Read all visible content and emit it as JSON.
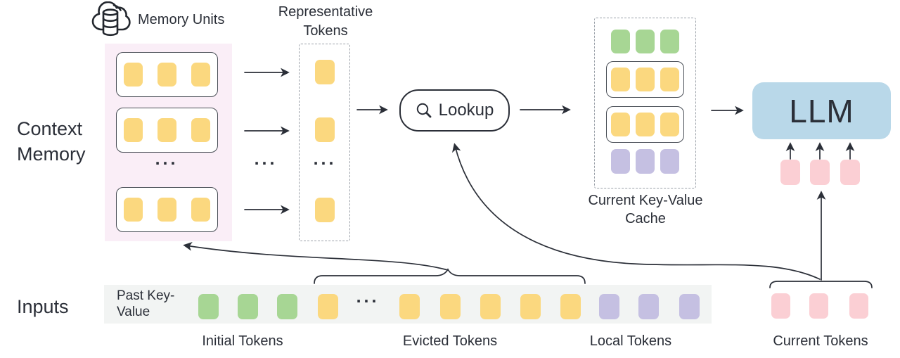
{
  "labels": {
    "memory_units": "Memory Units",
    "representative_tokens": "Representative Tokens",
    "context_memory": "Context Memory",
    "lookup": "Lookup",
    "current_kv_cache": "Current Key-Value Cache",
    "llm": "LLM",
    "inputs": "Inputs",
    "past_key_value": "Past Key-Value",
    "initial_tokens": "Initial Tokens",
    "evicted_tokens": "Evicted Tokens",
    "local_tokens": "Local Tokens",
    "current_tokens": "Current Tokens",
    "ellipsis": "..."
  },
  "colors": {
    "token_yellow": "#fbd87f",
    "token_green": "#a7d694",
    "token_purple": "#c5c0e2",
    "token_pink": "#fbcfd4",
    "memory_panel_bg": "#faeef7",
    "input_strip_bg": "#f2f4f3",
    "llm_box_bg": "#b9d8e9",
    "line_color": "#2b2f38"
  },
  "icons": [
    "cloud-database-icon",
    "search-icon"
  ],
  "structure": {
    "memory_unit_rows": 3,
    "tokens_per_memory_unit": 3,
    "representative_tokens_count": 3,
    "cache_rows": [
      {
        "color": "green",
        "boxed": false,
        "tokens": 3
      },
      {
        "color": "yellow",
        "boxed": true,
        "tokens": 3
      },
      {
        "color": "yellow",
        "boxed": true,
        "tokens": 3
      },
      {
        "color": "purple",
        "boxed": false,
        "tokens": 3
      }
    ],
    "input_tokens": {
      "initial_green": 3,
      "evicted_yellow": 6,
      "local_purple": 3
    },
    "current_tokens_count": 3,
    "llm_input_tokens": 3
  }
}
